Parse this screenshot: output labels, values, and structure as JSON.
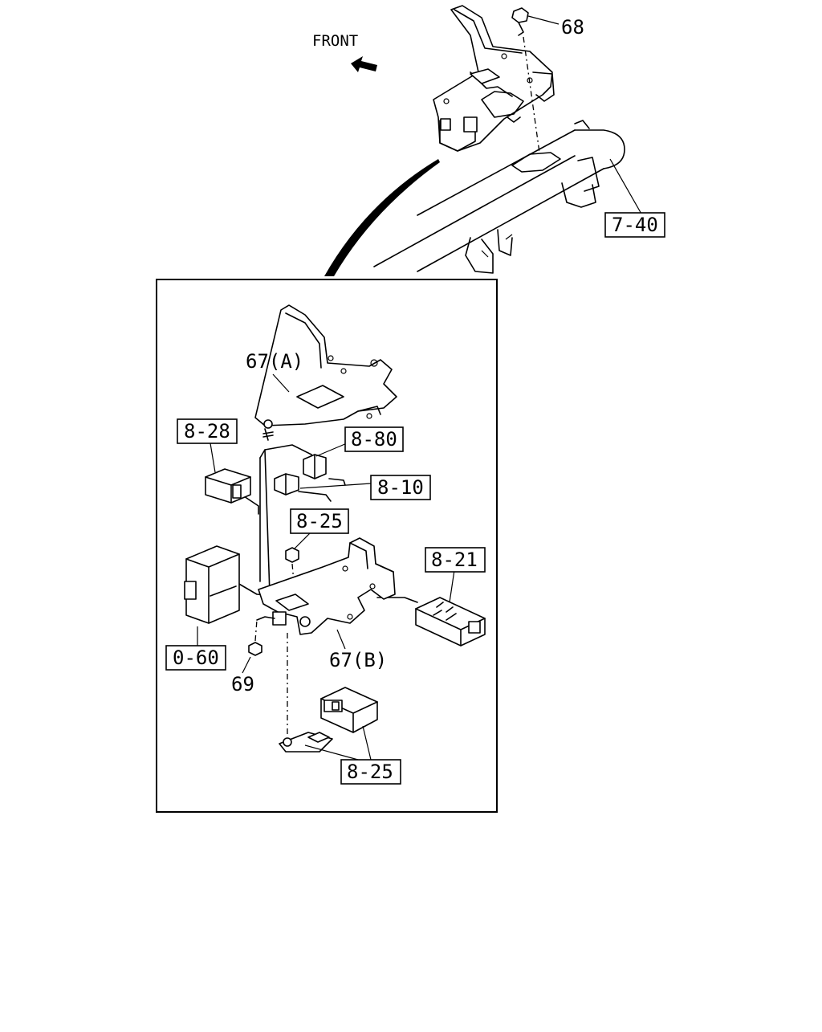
{
  "orientation": {
    "front_label": "FRONT"
  },
  "callouts": {
    "bolt_top": "68",
    "crossmember_ref": "7-40",
    "bracket_a": "67(A)",
    "bracket_b": "67(B)",
    "ref_8_28": "8-28",
    "ref_8_80": "8-80",
    "ref_8_10": "8-10",
    "ref_8_25_nut": "8-25",
    "ref_8_21": "8-21",
    "ref_0_60": "0-60",
    "nut_69": "69",
    "ref_8_25_module": "8-25"
  },
  "icons": {
    "front_arrow": "front-direction-arrow-icon"
  }
}
